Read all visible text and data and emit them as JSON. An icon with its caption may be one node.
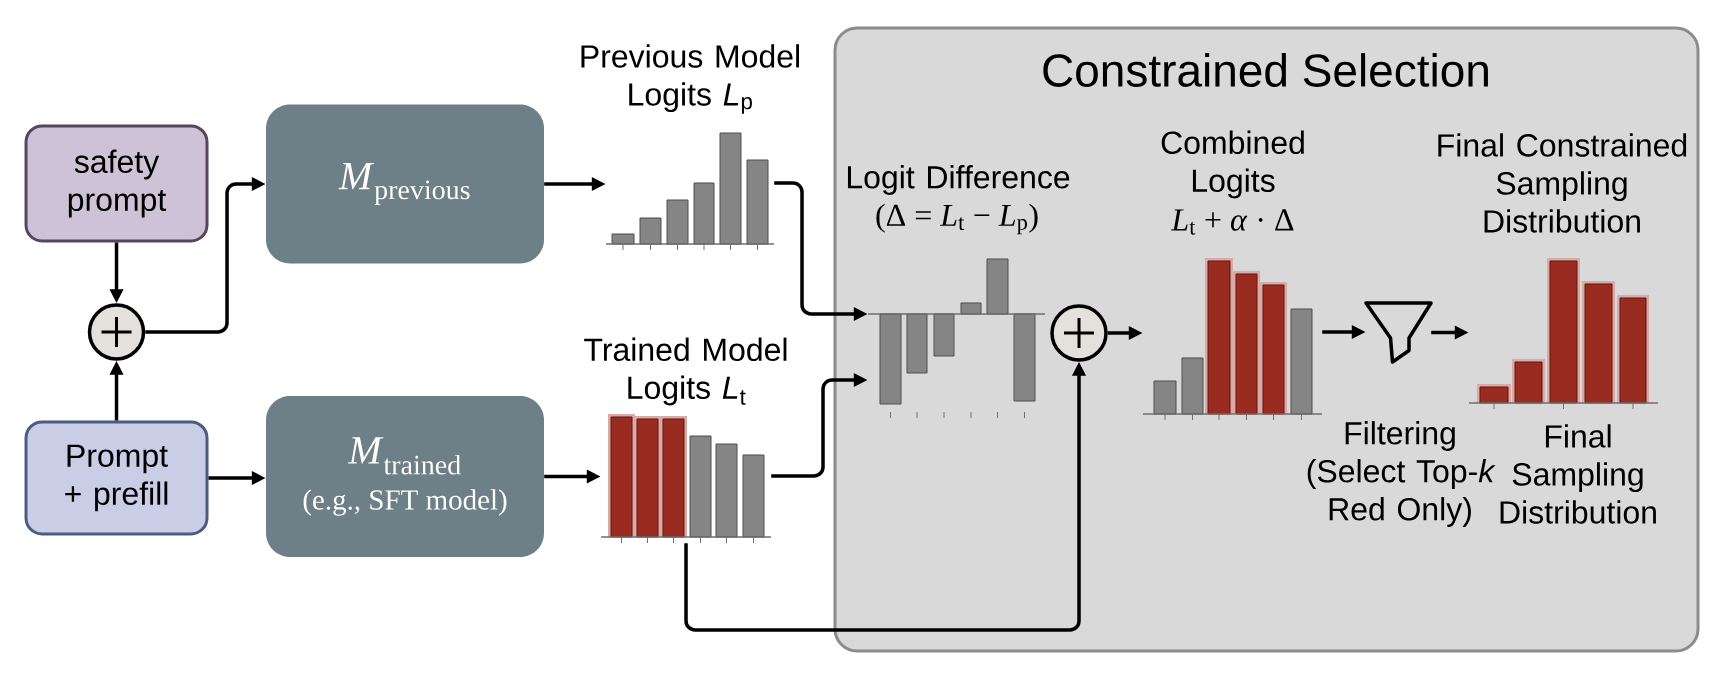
{
  "diagram": {
    "nodes": [
      {
        "text": [
          "safety prompt"
        ]
      },
      {
        "text": [],
        "shape": "circle"
      },
      {
        "text": [
          "Prompt + prefill"
        ]
      },
      {
        "text": [
          "*M*$_{previous}$"
        ]
      },
      {
        "text": [
          "*M*$_{trained}$",
          "(e.g., SFT model)"
        ]
      },
      {
        "text": [
          "Previous Model Logits *L*$_{p}$"
        ]
      },
      {
        "text": [
          "Trained Model Logits *L*$_{t}$"
        ]
      },
      {
        "text": [
          "Constrained Selection"
        ]
      },
      {
        "text": [
          "Logit Difference",
          "(Δ = *L*$_{t}$ − *L*$_{p}$)"
        ],
        "in": 7
      },
      {
        "text": [],
        "shape": "circle",
        "in": 7
      },
      {
        "text": [
          "Combined Logits",
          "*L*$_{t}$ + *α* · Δ"
        ],
        "in": 7
      },
      {
        "text": [],
        "shape": "funnel",
        "in": 7
      },
      {
        "text": [
          "Final Constrained Sampling Distribution"
        ],
        "in": 7,
        "beside": [
          "Final Sampling Distribution"
        ]
      }
    ],
    "edges": [
      {
        "from": 0,
        "to": 1,
        "arrow": "to"
      },
      {
        "from": 2,
        "to": 1,
        "arrow": "to"
      },
      {
        "from": 1,
        "to": 3,
        "arrow": "to"
      },
      {
        "from": 2,
        "to": 4,
        "arrow": "to"
      },
      {
        "from": 3,
        "to": 5,
        "arrow": "to"
      },
      {
        "from": 4,
        "to": 6,
        "arrow": "to"
      },
      {
        "from": 5,
        "to": 8,
        "arrow": "to"
      },
      {
        "from": 6,
        "to": 8,
        "arrow": "to"
      },
      {
        "from": 6,
        "to": 9,
        "arrow": "to"
      },
      {
        "from": 9,
        "to": 10,
        "arrow": "to"
      },
      {
        "from": 10,
        "to": 11,
        "arrow": "to"
      },
      {
        "from": 11,
        "to": 12,
        "arrow": "to"
      }
    ],
    "labels": [
      "Filtering (Select Top-*k* Red Only)"
    ]
  }
}
